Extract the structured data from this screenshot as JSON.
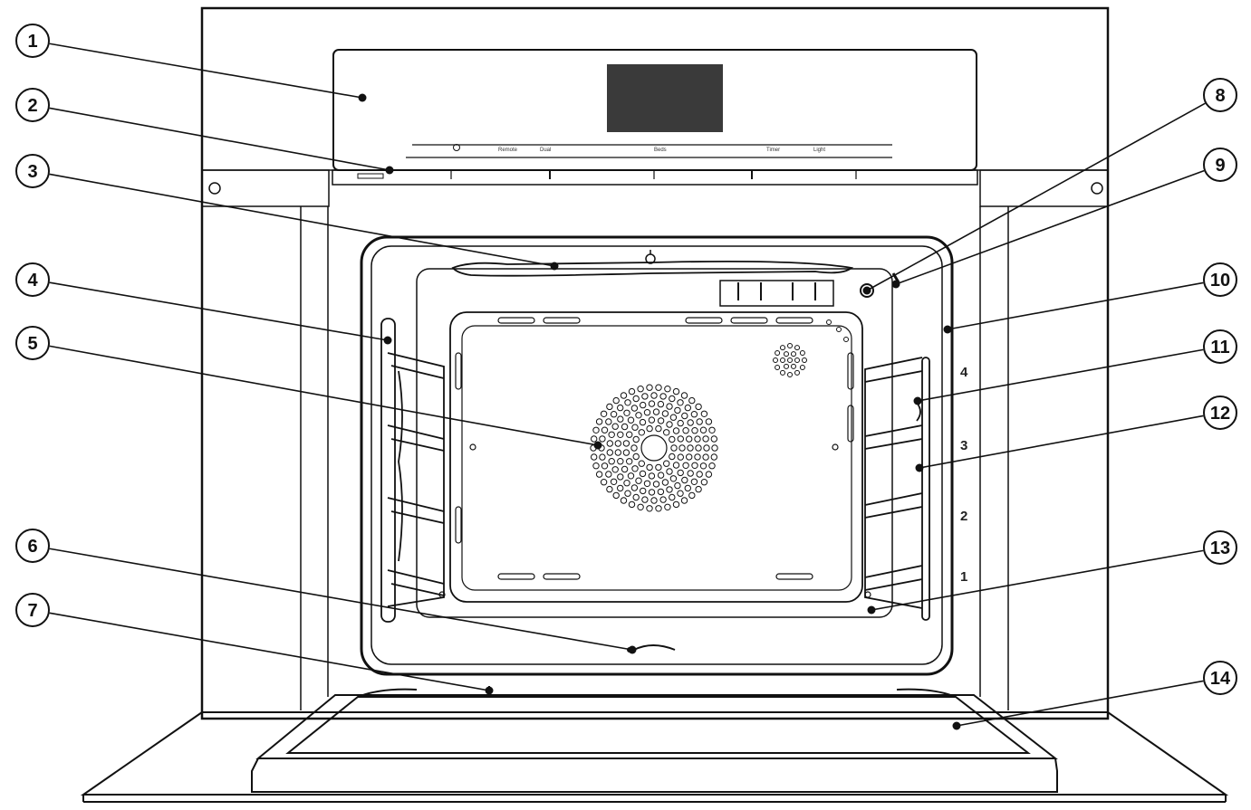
{
  "callouts": [
    {
      "num": "1"
    },
    {
      "num": "2"
    },
    {
      "num": "3"
    },
    {
      "num": "4"
    },
    {
      "num": "5"
    },
    {
      "num": "6"
    },
    {
      "num": "7"
    },
    {
      "num": "8"
    },
    {
      "num": "9"
    },
    {
      "num": "10"
    },
    {
      "num": "11"
    },
    {
      "num": "12"
    },
    {
      "num": "13"
    },
    {
      "num": "14"
    }
  ],
  "control_panel": {
    "labels": [
      "Remote",
      "Dual",
      "Beds",
      "Timer",
      "Light"
    ]
  },
  "rack_levels": [
    "4",
    "3",
    "2",
    "1"
  ],
  "colors": {
    "line": "#111111",
    "display": "#3a3a3a",
    "background": "#ffffff"
  }
}
